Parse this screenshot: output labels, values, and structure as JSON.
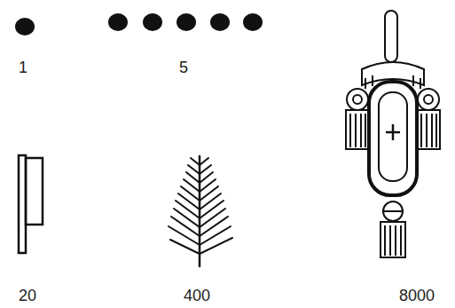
{
  "diagram": {
    "labels": [
      "1",
      "5",
      "20",
      "400",
      "8000"
    ]
  }
}
